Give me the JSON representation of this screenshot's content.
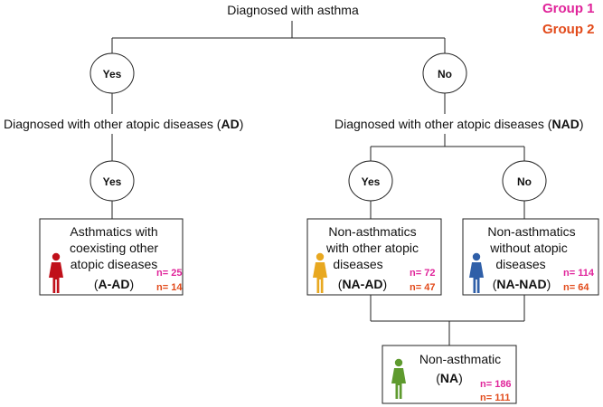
{
  "legend": {
    "group1": "Group 1",
    "group2": "Group 2"
  },
  "colors": {
    "group1": "#e0249a",
    "group2": "#e24a1a",
    "red_figure": "#c0101a",
    "yellow_figure": "#e8a820",
    "blue_figure": "#2f5fa8",
    "green_figure": "#5e9a2e"
  },
  "root": {
    "question": "Diagnosed with asthma"
  },
  "yes_label": "Yes",
  "no_label": "No",
  "left_question": {
    "prefix": "Diagnosed with other atopic diseases (",
    "code": "AD",
    "suffix": ")"
  },
  "right_question": {
    "prefix": "Diagnosed with other atopic diseases (",
    "code": "NAD",
    "suffix": ")"
  },
  "boxes": {
    "a_ad": {
      "line1": "Asthmatics with",
      "line2": "coexisting other",
      "line3": "atopic diseases",
      "code": "A-AD",
      "n_group1": "n= 25",
      "n_group2": "n= 14",
      "icon": "female-figure-red-icon"
    },
    "na_ad": {
      "line1": "Non-asthmatics",
      "line2": "with other atopic",
      "line3": "diseases",
      "code": "NA-AD",
      "n_group1": "n= 72",
      "n_group2": "n= 47",
      "icon": "female-figure-yellow-icon"
    },
    "na_nad": {
      "line1": "Non-asthmatics",
      "line2": "without atopic",
      "line3": "diseases",
      "code": "NA-NAD",
      "n_group1": "n= 114",
      "n_group2": "n= 64",
      "icon": "female-figure-blue-icon"
    },
    "na": {
      "line1": "Non-asthmatic",
      "code": "NA",
      "n_group1": "n= 186",
      "n_group2": "n= 111",
      "icon": "female-figure-green-icon"
    }
  }
}
